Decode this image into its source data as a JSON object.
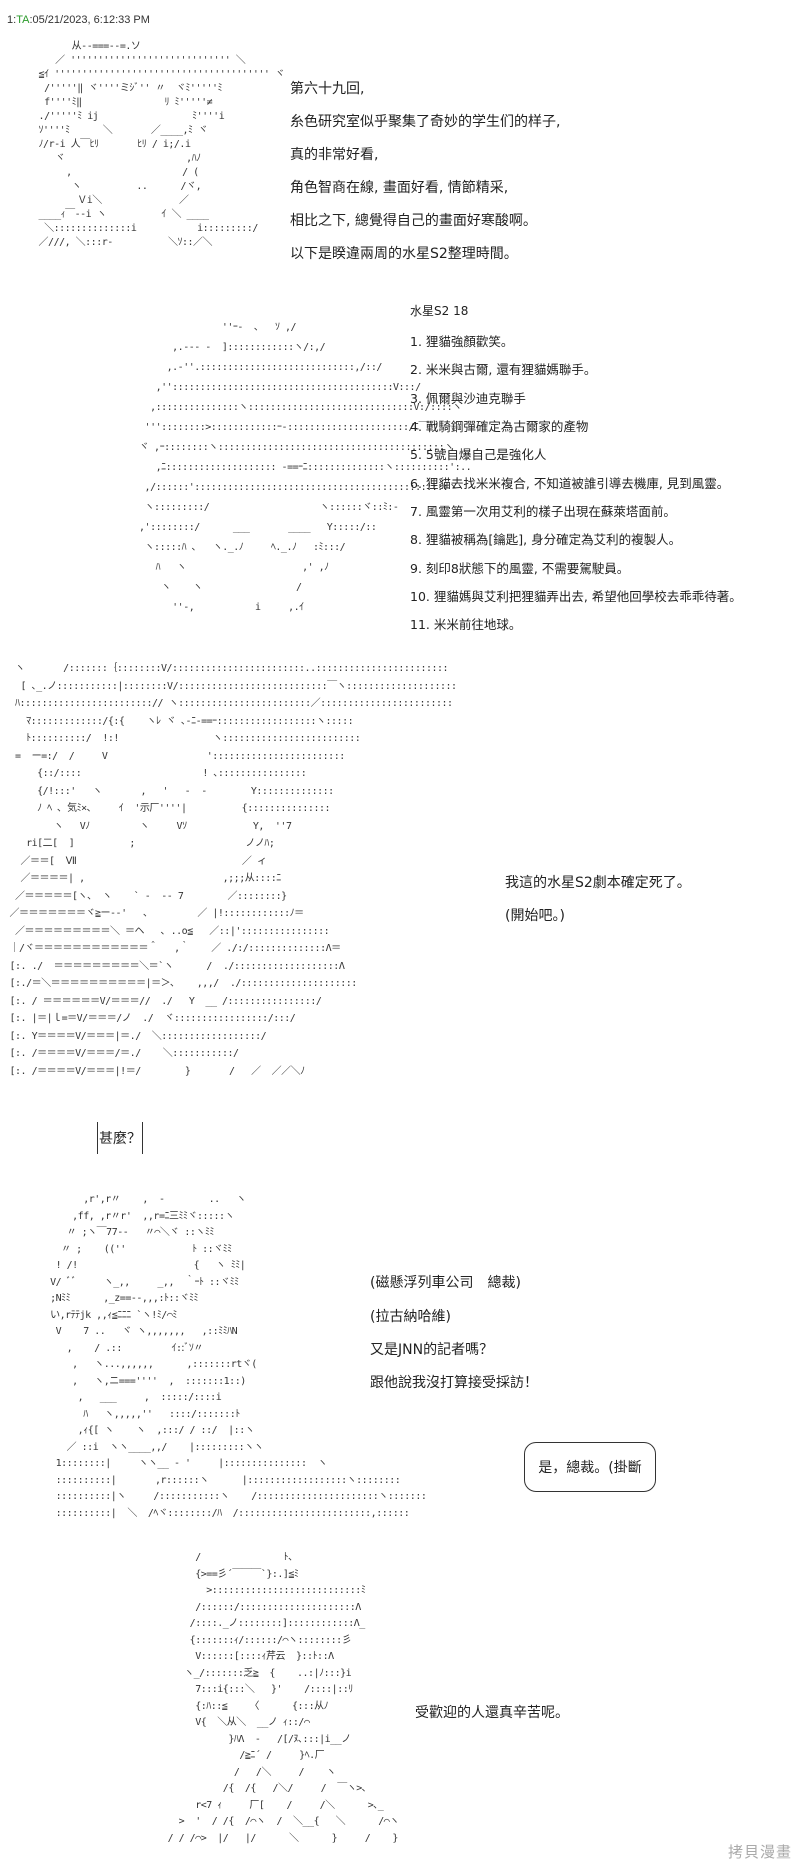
{
  "header": {
    "post_no": "1:",
    "name": "TA",
    "timestamp": ":05/21/2023, 6:12:33 PM"
  },
  "intro_lines": [
    "第六十九回,",
    "糸色研究室似乎聚集了奇妙的学生们的样子,",
    "真的非常好看,",
    "角色智商在線, 畫面好看, 情節精采,",
    "相比之下, 總覺得自己的畫面好寒酸啊。",
    "以下是睽違兩周的水星S2整理時間。"
  ],
  "summary": {
    "title": "水星S2 18",
    "items": [
      "1. 狸貓強顏歡笑。",
      "2. 米米與古爾, 還有狸貓媽聯手。",
      "3. 佩爾與沙迪克聯手",
      "4. 戰騎鋼彈確定為古爾家的產物",
      "5. 5號自爆自己是強化人",
      "6. 狸貓去找米米複合, 不知道被誰引導去機庫, 見到風靈。",
      "7. 風靈第一次用艾利的樣子出現在蘇萊塔面前。",
      "8. 狸貓被稱為[鑰匙], 身分確定為艾利的複製人。",
      "9. 刻印8狀態下的風靈, 不需要駕駛員。",
      "10. 狸貓媽與艾利把狸貓弄出去, 希望他回學校去乖乖待著。",
      "11. 米米前往地球。"
    ]
  },
  "mid_lines": [
    "我這的水星S2劇本確定死了。",
    "(開始吧。)"
  ],
  "what_box": "甚麼？",
  "president_lines": [
    "(磁懸浮列車公司　總裁)",
    "(拉古納哈維)",
    "又是JNN的記者嗎？",
    "跟他說我沒打算接受採訪！"
  ],
  "reply_bubble": "是，總裁。(掛斷",
  "closing_line": "受歡迎的人還真辛苦呢。",
  "watermark": "拷貝漫畫",
  "art": {
    "a1": "         从--===--=.ソ\n      ／ ''''''''''''''''''''''''''''' ＼\n   ≦ｲ ''''''''''''''''''''''''''''''''''''''' ヾ\n    /'''''‖ ヾ''''ミｼﾞ'' 〃  ヾﾐ'''''ﾐ\n    f''''ﾐ‖               ﾘ ﾐ'''''≠\n   ./'''''ﾐ ij                 ﾐ''''i\n   ｿ''''ﾐ      ＼       ／____,ﾐ ヾ\n   ﾉ/r-i 人￣ﾋﾘ       ﾋﾘ / i;/.i\n      ヾ                      ,ﾊﾉ\n        ,                    / (\n         ヽ          ..      /ヾ,\n          Ｖi＼              ／\n   ____ｨ￣--i ヽ          ｲ ＼ ____\n    ＼::::::::::::::i           i:::::::::/\n   ／///, ＼:::r-          ＼ｿ::／＼",
    "a2": "                 ''ｰ-  ､   ｿ ,/\n        ,.--‐ -  ]::::::::::::ヽ/:,/\n       ,.-''.::::::::::::::::::::::::::::,/::/\n     ,''::::::::::::::::::::::::::::::::::::::::V:::/\n    ,:::::::::::::::ヽ::::::::::::::::::::::::::::::V:/::::ヽ\n   '''::::::::>::::::::::::ｰ-::::::::::::::::::::::/ﾆ￣''\n  ヾ ,ｰ::::::::ヽ:::::::::::::::::::::::::::::::::::::::::ヽ\n     ,ﾆ:::::::::::::::::::: -==ｰﾆ::::::::::::::ヽ::::::::::':..\n   ,/::::::'::::::::::::::::::::::::::::::::::::::::::::::ヽ\n   ヽ:::::::::/                    ヽ::::::ヾ::ﾐ:-\n  ,'::::::::/      ___       ____   Y:::::/::\n   ヽ:::::ﾊ ､   ヽ._.ﾉ     ﾍ._.ﾉ   :ﾐ:::/\n     ﾊ   ヽ                     ,' ,ﾉ\n      ヽ    ヽ                 /\n        ''-,           i     ,.ｲ",
    "a3": "  ヽ       /:::::::｛::::::::V/::::::::::::::::::::::::..::::::::::::::::::::::::\n   [ ､_.ノ:::::::::::|::::::::V/:::::::::::::::::::::::::::￣ヽ::::::::::::::::::::\n  ﾊ::::::::::::::::::::::::// ヽ::::::::::::::::::::::::／::::::::::::::::::::::::\n    ﾏ:::::::::::::/{:{    ヽﾚ ヾ ､-ﾆ-==ｰ::::::::::::::::::ヽ:::::\n    ﾄ::::::::::/  !:!                 ヽ:::::::::::::::::::::::::\n  =  ー=:/  /     V                  '::::::::::::::::::::::::\n      {::/:::: 　　　　　　　　　　　  ! ､::::::::::::::::\n      {/!:::'   ヽ       ,   '   -  ‐        Y::::::::::::::\n      ﾉ ﾍ ､ 気ﾐ×､     ｲ  '示厂''''|          {:::::::::::::::\n         ヽ   Vﾉ         ヽ     Vｿ            Y,  ''7\n    ri[二[  ]          ;                    ノノﾊ;\n   ／＝＝[  Ⅶ                              ／ ィ\n   ／＝＝＝＝| ,                         ,;;;从::::ﾆ\n  ／＝＝＝＝＝[ヽ、 ヽ    ` -  -- 7        ／::::::::}\n ／＝＝＝＝＝＝＝ヾ≧ー--'   ､         ／ |!::::::::::::ﾉ＝\n  ／＝＝＝＝＝＝＝＝＝＼ ＝ヘ   ､ ..o≦   ／::|'::::::::::::::::\n ｜/ヾ＝＝＝＝＝＝＝＝＝＝＝＝＾   ,｀    ／ ./:/::::::::::::::Λ＝\n [:. ./  ＝＝＝＝＝＝＝＝＝＼＝`ヽ      /  ./:::::::::::::::::::Λ\n [:./＝＼＝＝＝＝＝＝＝＝＝＝|＝＞､    ,,,/  ./:::::::::::::::::::::\n [:. / ＝＝＝＝＝＝V/＝＝＝//  ./   Y  __ /::::::::::::::::/\n [:. |＝|ｌ=＝V/＝＝＝/ノ  ./  ヾ:::::::::::::::::/:::/\n [:. Y＝＝＝＝V/＝＝＝|＝./  ＼::::::::::::::::::/\n [:. /＝＝＝＝V/＝＝＝/＝./    ＼:::::::::::/\n [:. /＝＝＝＝V/＝＝＝|!＝/        }       /   ／  ／／＼ﾉ",
    "a4": "          ,r',r〃    ,  -        ..   ヽ\n        ,ff, ,r〃r'  ,,r=ﾆ三ﾐﾐヾ:::::ヽ\n       〃 ;ヽ￣77-‐   〃⌒＼ヾ ::ヽﾐﾐ\n      〃 ;    ((''            ﾄ ::ヾﾐﾐ\n     ! /!                     {   ヽ ﾐﾐ|\n    V/ ﾞﾞ     ヽ_,,     _,,  ｀ｰﾄ ::ヾﾐﾐ\n    ;Nﾐﾐ      ,_z==--,,,:ﾄ::ヾﾐﾐ\n    い,rﾃﾃjk ,,ｨ≦ﾆﾆﾆ `ヽ!ﾐ/⌒ﾐ\n     V    7 ..   ヾ ヽ,,,,,,,   ,::ﾐﾐﾊN\n       ,    / .::         ｲ::ﾞｿ〃\n        ,   ヽ...,,,,,,      ,:::::::rtヾ(\n        ,   ヽ,ニ===''''  ,  :::::::1::)\n         ,   ___     ,  :::::/::::i\n          ﾊ   ヽ,,,,,''   ::::/:::::::ﾄ\n         ,ｨ{[ ヽ    ヽ  ,:::/ / ::/  |::ヽ\n       ／ ::i  ヽヽ____,,/    |:::::::::ヽヽ\n     1::::::::|     ヽヽ__ - '     |:::::::::::::::  ヽ\n     ::::::::::|       ,r::::::ヽ      |::::::::::::::::::ヽ::::::::\n     ::::::::::|ヽ     /:::::::::::ヽ    /::::::::::::::::::::::ヽ:::::::\n     ::::::::::|  ＼  /ﾍヾ::::::::/ﾊ  /::::::::::::::::::::::::,::::::",
    "a5": "          /               ﾄ、\n          {>==彡´￣￣￣`}:.]≦ﾐ\n            >:::::::::::::::::::::::::::ﾐ\n          /::::::/:::::::::::::::::::::Λ\n         /::::._ノ::::::::]::::::::::::Λ_\n         {:::::::ｨ/::::::/⌒ヽ::::::::彡\n          V::::::[::::ｨ芹云  }::ﾄ::Λ\n        ヽ_/:::::::乏≧  {    ..:|ﾉ:::}i\n          7:::i{:::＼   }'    /::::|::ﾘ\n          {:ﾊ::≦    〈      {:::从ﾉ\n          V{  ＼从＼  __ノ ｨ::/⌒\n                }ﾊΛ  -   /[/ﾇ､:::|i__ノ\n                  /≧ﾆ´ /     }ﾍ.厂\n                 /   /＼     /    ヽ\n               /{  /{   /＼/     /  ￣ヽ>､\n          r<7 ｨ     厂[    /     /＼      >､_\n       >  '  / /{  /⌒ヽ  /  ＼__{   ＼      /⌒ヽ\n     / / /⌒>  |/   |/      ＼      }     /    }"
  }
}
